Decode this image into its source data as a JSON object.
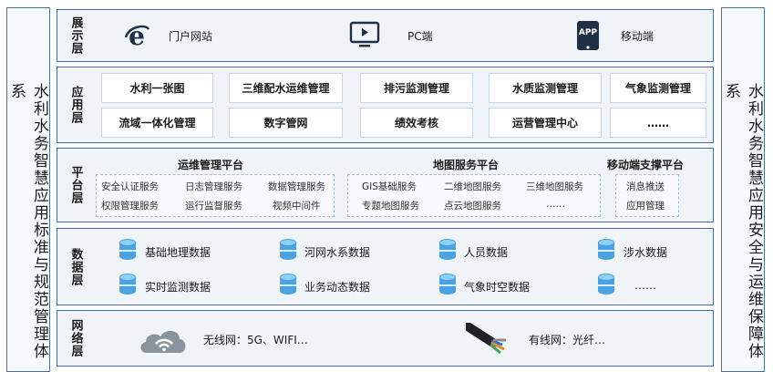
{
  "left_side": {
    "text": "水利水务智慧应用标准与规范管理体系"
  },
  "right_side": {
    "text": "水利水务智慧应用安全与运维保障体系"
  },
  "display_layer": {
    "label": "展示层",
    "items": [
      {
        "label": "门户网站",
        "icon": "ie-browser-icon"
      },
      {
        "label": "PC端",
        "icon": "monitor-icon"
      },
      {
        "label": "移动端",
        "icon": "app-icon",
        "icon_text": "APP"
      }
    ]
  },
  "app_layer": {
    "label": "应用层",
    "row1": [
      "水利一张图",
      "三维配水运维管理",
      "排污监测管理",
      "水质监测管理",
      "气象监测管理"
    ],
    "row2": [
      "流域一体化管理",
      "数字管网",
      "绩效考核",
      "运营管理中心",
      "……"
    ]
  },
  "platform_layer": {
    "label": "平台层",
    "groups": [
      {
        "title": "运维管理平台",
        "items": [
          "安全认证服务",
          "日志管理服务",
          "数据管理服务",
          "权限管理服务",
          "运行监督服务",
          "视频中间件"
        ]
      },
      {
        "title": "地图服务平台",
        "items": [
          "GIS基础服务",
          "二维地图服务",
          "三维地图服务",
          "专题地图服务",
          "点云地图服务",
          "……"
        ]
      },
      {
        "title": "移动端支撑平台",
        "items": [
          "消息推送",
          "应用管理"
        ]
      }
    ]
  },
  "data_layer": {
    "label": "数据层",
    "items": [
      "基础地理数据",
      "河网水系数据",
      "人员数据",
      "涉水数据",
      "实时监测数据",
      "业务动态数据",
      "气象时空数据",
      "……"
    ]
  },
  "network_layer": {
    "label": "网络层",
    "items": [
      {
        "label": "无线网：5G、WIFI…",
        "icon": "wifi-cloud-icon"
      },
      {
        "label": "有线网：光纤…",
        "icon": "cable-icon"
      }
    ]
  },
  "colors": {
    "border": "#4a6fa1",
    "panel": "#f0f4f9",
    "cylinder": "#4aa3e0"
  }
}
